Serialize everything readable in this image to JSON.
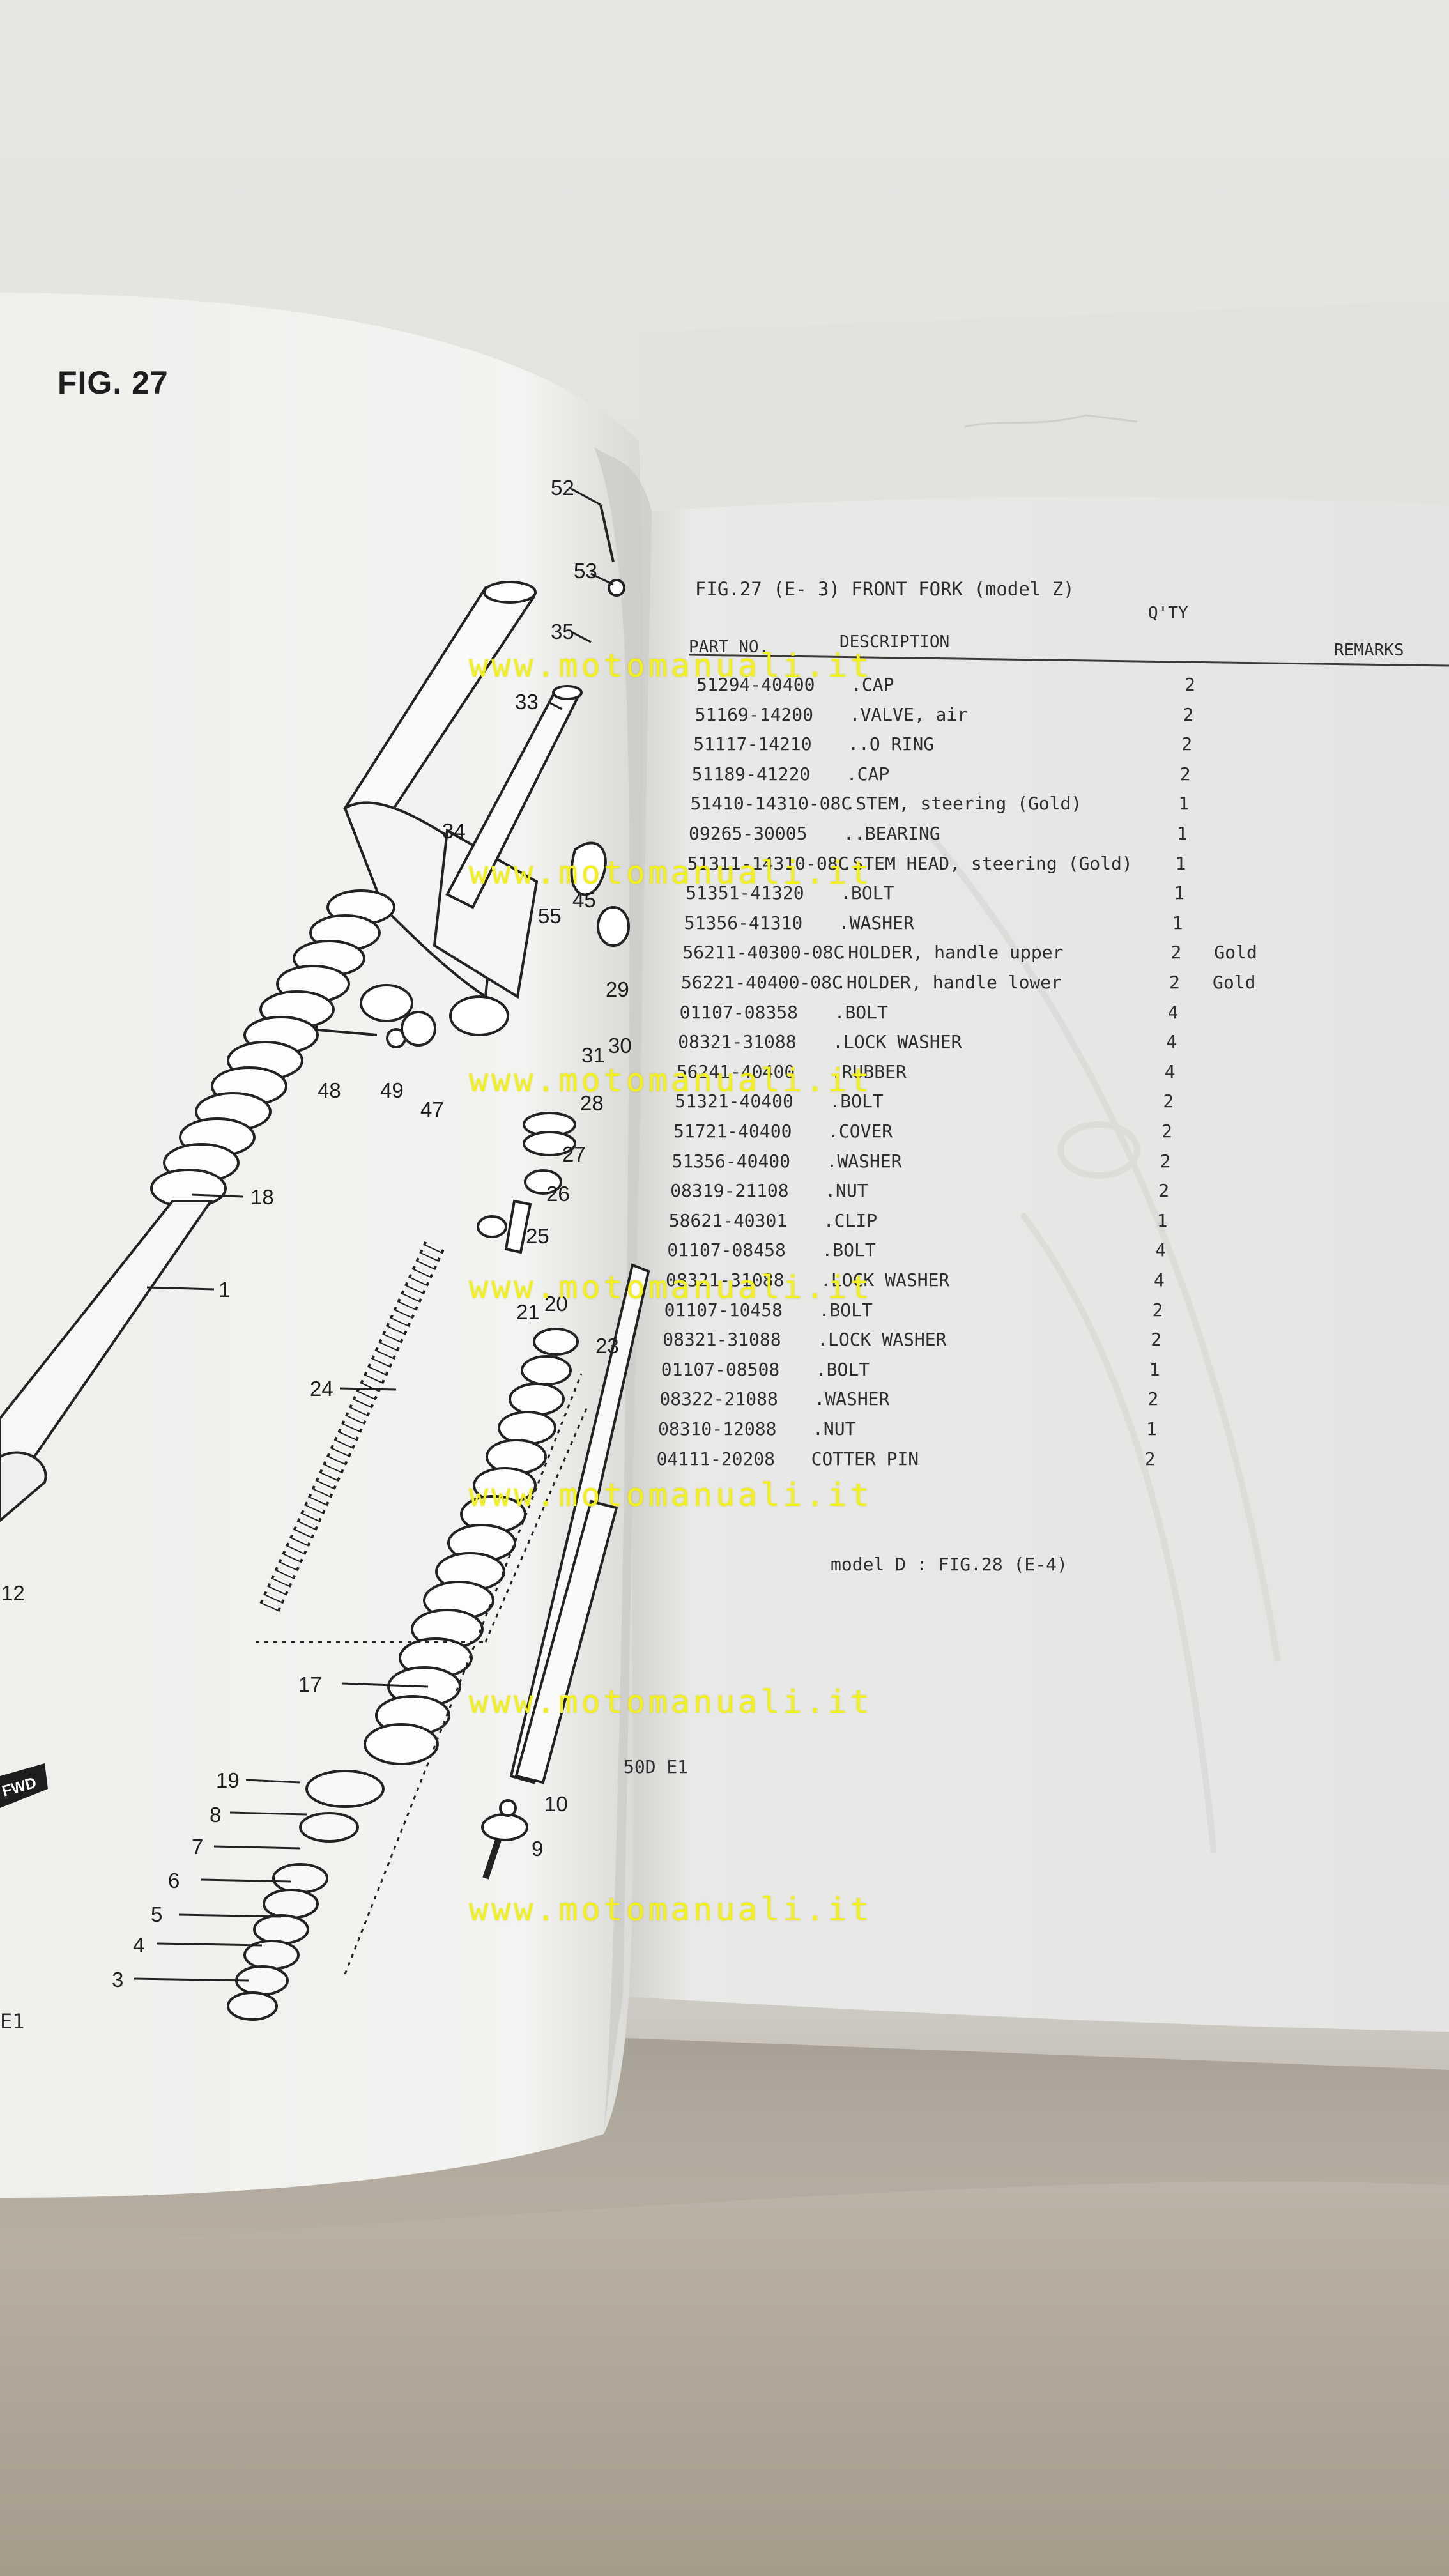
{
  "figure_label": "FIG. 27",
  "parts_list": {
    "title": "FIG.27 (E- 3) FRONT FORK (model Z)",
    "headers": {
      "part_no": "PART NO.",
      "description": "DESCRIPTION",
      "qty": "Q'TY",
      "remarks": "REMARKS"
    },
    "rows": [
      {
        "part_no": "51294-40400",
        "desc": ".CAP",
        "qty": "2",
        "remarks": ""
      },
      {
        "part_no": "51169-14200",
        "desc": ".VALVE, air",
        "qty": "2",
        "remarks": ""
      },
      {
        "part_no": "51117-14210",
        "desc": "..O RING",
        "qty": "2",
        "remarks": ""
      },
      {
        "part_no": "51189-41220",
        "desc": ".CAP",
        "qty": "2",
        "remarks": ""
      },
      {
        "part_no": "51410-14310-08C",
        "desc": ".STEM, steering (Gold)",
        "qty": "1",
        "remarks": ""
      },
      {
        "part_no": "09265-30005",
        "desc": "..BEARING",
        "qty": "1",
        "remarks": ""
      },
      {
        "part_no": "51311-14310-08C",
        "desc": ".STEM HEAD, steering (Gold)",
        "qty": "1",
        "remarks": ""
      },
      {
        "part_no": "51351-41320",
        "desc": ".BOLT",
        "qty": "1",
        "remarks": ""
      },
      {
        "part_no": "51356-41310",
        "desc": ".WASHER",
        "qty": "1",
        "remarks": ""
      },
      {
        "part_no": "56211-40300-08C",
        "desc": ".HOLDER, handle upper",
        "qty": "2",
        "remarks": "Gold"
      },
      {
        "part_no": "56221-40400-08C",
        "desc": ".HOLDER, handle lower",
        "qty": "2",
        "remarks": "Gold"
      },
      {
        "part_no": "01107-08358",
        "desc": ".BOLT",
        "qty": "4",
        "remarks": ""
      },
      {
        "part_no": "08321-31088",
        "desc": ".LOCK WASHER",
        "qty": "4",
        "remarks": ""
      },
      {
        "part_no": "56241-40400",
        "desc": ".RUBBER",
        "qty": "4",
        "remarks": ""
      },
      {
        "part_no": "51321-40400",
        "desc": ".BOLT",
        "qty": "2",
        "remarks": ""
      },
      {
        "part_no": "51721-40400",
        "desc": ".COVER",
        "qty": "2",
        "remarks": ""
      },
      {
        "part_no": "51356-40400",
        "desc": ".WASHER",
        "qty": "2",
        "remarks": ""
      },
      {
        "part_no": "08319-21108",
        "desc": ".NUT",
        "qty": "2",
        "remarks": ""
      },
      {
        "part_no": "58621-40301",
        "desc": ".CLIP",
        "qty": "1",
        "remarks": ""
      },
      {
        "part_no": "01107-08458",
        "desc": ".BOLT",
        "qty": "4",
        "remarks": ""
      },
      {
        "part_no": "08321-31088",
        "desc": ".LOCK WASHER",
        "qty": "4",
        "remarks": ""
      },
      {
        "part_no": "01107-10458",
        "desc": ".BOLT",
        "qty": "2",
        "remarks": ""
      },
      {
        "part_no": "08321-31088",
        "desc": ".LOCK WASHER",
        "qty": "2",
        "remarks": ""
      },
      {
        "part_no": "01107-08508",
        "desc": ".BOLT",
        "qty": "1",
        "remarks": ""
      },
      {
        "part_no": "08322-21088",
        "desc": ".WASHER",
        "qty": "2",
        "remarks": ""
      },
      {
        "part_no": "08310-12088",
        "desc": ".NUT",
        "qty": "1",
        "remarks": ""
      },
      {
        "part_no": "04111-20208",
        "desc": "COTTER PIN",
        "qty": "2",
        "remarks": ""
      }
    ],
    "note": "model D : FIG.28 (E-4)"
  },
  "watermark": "www.motomanuali.it",
  "page_footer_left": "E1",
  "page_footer_right": "50D E1",
  "fwd_label": "FWD",
  "callouts": [
    "52",
    "53",
    "35",
    "33",
    "34",
    "55",
    "45",
    "48",
    "49",
    "47",
    "18",
    "1",
    "29",
    "30",
    "31",
    "28",
    "27",
    "26",
    "25",
    "21",
    "20",
    "23",
    "24",
    "12",
    "17",
    "19",
    "8",
    "7",
    "6",
    "5",
    "4",
    "3",
    "10",
    "9"
  ],
  "colors": {
    "paper": "#f1f1ef",
    "ink": "#2e2e30",
    "watermark": "#f2f21a",
    "table": "#3c3a38"
  }
}
